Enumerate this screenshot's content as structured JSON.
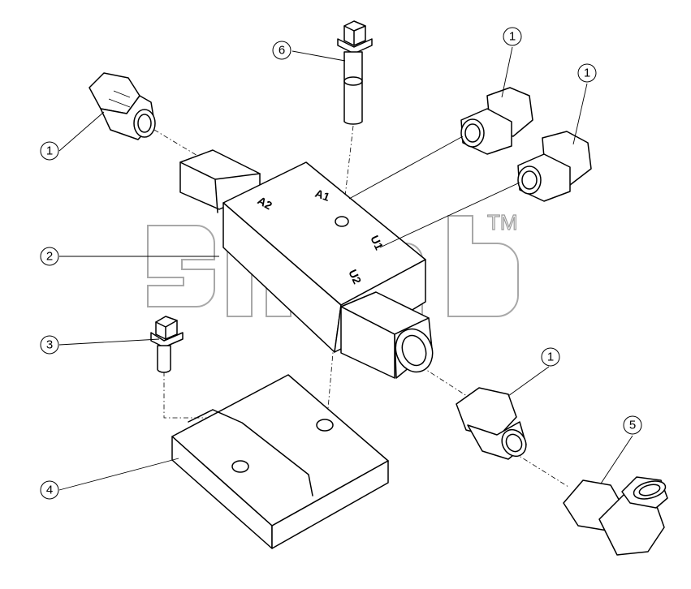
{
  "callouts": [
    {
      "id": "c1a",
      "label": "1"
    },
    {
      "id": "c1b",
      "label": "1"
    },
    {
      "id": "c1c",
      "label": "1"
    },
    {
      "id": "c1d",
      "label": "1"
    },
    {
      "id": "c2",
      "label": "2"
    },
    {
      "id": "c3",
      "label": "3"
    },
    {
      "id": "c4",
      "label": "4"
    },
    {
      "id": "c5",
      "label": "5"
    },
    {
      "id": "c6",
      "label": "6"
    }
  ],
  "ports": {
    "a1": "A1",
    "a2": "A2",
    "u1": "U1",
    "u2": "U2"
  },
  "watermark": {
    "trademark": "TM"
  }
}
